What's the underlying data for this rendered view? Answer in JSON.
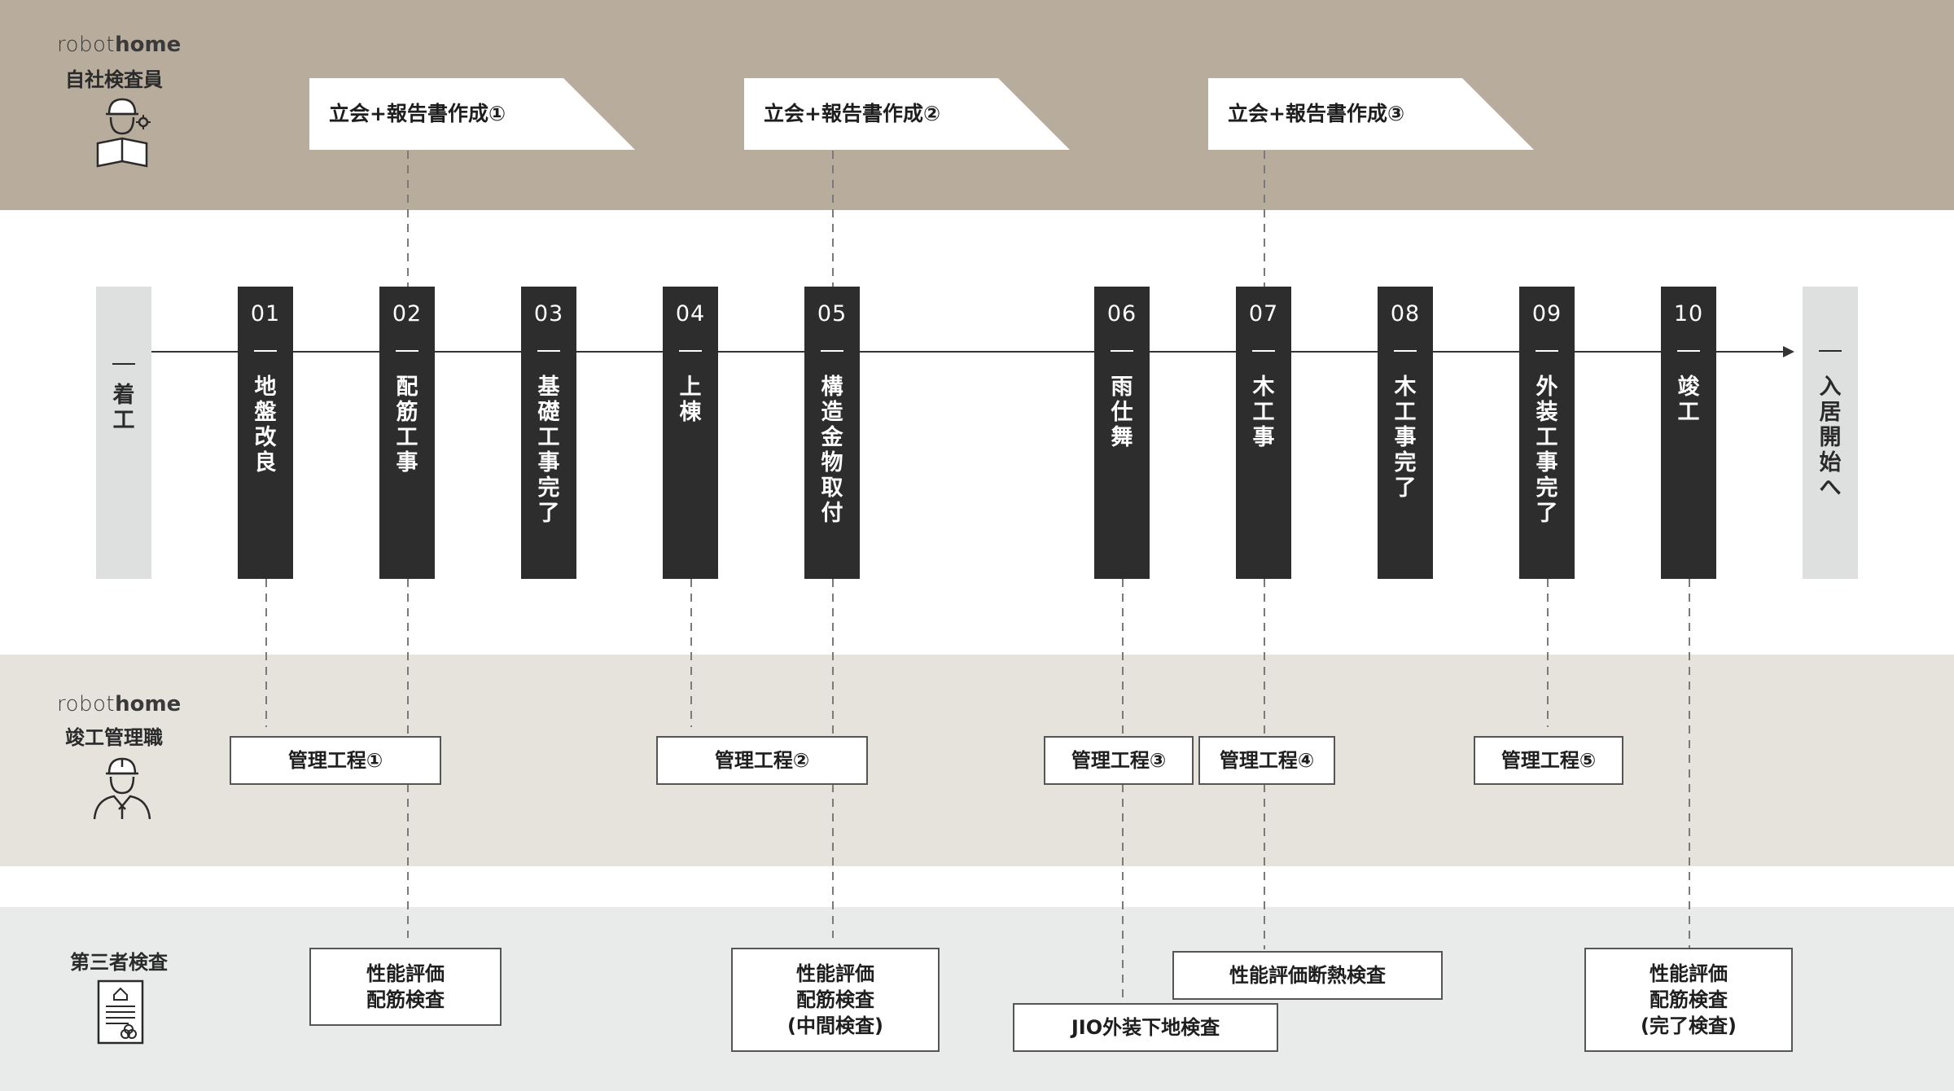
{
  "roles": {
    "inspector": {
      "brand_light": "robot",
      "brand_bold": "home",
      "title": "自社検査員"
    },
    "manager": {
      "brand_light": "robot",
      "brand_bold": "home",
      "title": "竣工管理職"
    },
    "third_party": {
      "title": "第三者検査"
    }
  },
  "top_tags": [
    {
      "label": "立会+報告書作成①"
    },
    {
      "label": "立会+報告書作成②"
    },
    {
      "label": "立会+報告書作成③"
    }
  ],
  "start": {
    "label": "着工"
  },
  "end": {
    "label": "入居開始へ"
  },
  "steps": [
    {
      "num": "01",
      "label": "地盤改良"
    },
    {
      "num": "02",
      "label": "配筋工事"
    },
    {
      "num": "03",
      "label": "基礎工事完了"
    },
    {
      "num": "04",
      "label": "上棟"
    },
    {
      "num": "05",
      "label": "構造金物取付"
    },
    {
      "num": "06",
      "label": "雨仕舞"
    },
    {
      "num": "07",
      "label": "木工事"
    },
    {
      "num": "08",
      "label": "木工事完了"
    },
    {
      "num": "09",
      "label": "外装工事完了"
    },
    {
      "num": "10",
      "label": "竣工"
    }
  ],
  "management": [
    {
      "label": "管理工程①"
    },
    {
      "label": "管理工程②"
    },
    {
      "label": "管理工程③"
    },
    {
      "label": "管理工程④"
    },
    {
      "label": "管理工程⑤"
    }
  ],
  "inspections": [
    {
      "line1": "性能評価",
      "line2": "配筋検査",
      "line3": ""
    },
    {
      "line1": "性能評価",
      "line2": "配筋検査",
      "line3": "(中間検査)"
    },
    {
      "line1": "JIO外装下地検査",
      "line2": "",
      "line3": ""
    },
    {
      "line1": "性能評価断熱検査",
      "line2": "",
      "line3": ""
    },
    {
      "line1": "性能評価",
      "line2": "配筋検査",
      "line3": "(完了検査)"
    }
  ],
  "colors": {
    "top_band": "#b8ad9d",
    "mid_band": "#e6e3dd",
    "bottom_band": "#e9ebea",
    "pillar": "#2d2d2d",
    "endcap": "#dedfdf"
  }
}
